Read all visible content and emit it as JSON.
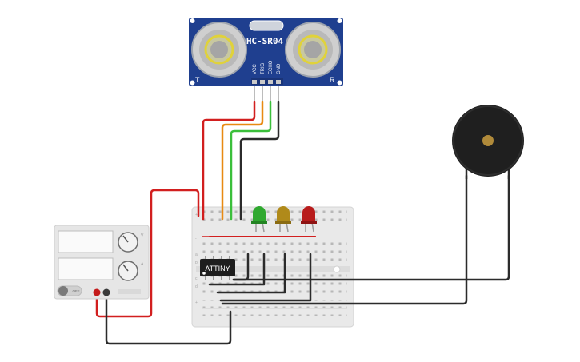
{
  "sensor": {
    "model": "HC-SR04",
    "pins": [
      "VCC",
      "TRIG",
      "ECHO",
      "GND"
    ],
    "left_mark": "T",
    "right_mark": "R",
    "board_color": "#1f3f8f"
  },
  "chip": {
    "label": "ATTINY"
  },
  "power_supply": {
    "switch_label": "OFF",
    "knob_top_label": "V",
    "knob_bottom_label": "A"
  },
  "leds": [
    {
      "color": "green",
      "hex": "#2fa82f"
    },
    {
      "color": "yellow",
      "hex": "#b08a1a"
    },
    {
      "color": "red",
      "hex": "#b81c1c"
    }
  ],
  "wire_colors": {
    "red": "#d21f1f",
    "orange": "#e88a12",
    "green": "#3bbf3b",
    "black": "#2b2b2b"
  }
}
